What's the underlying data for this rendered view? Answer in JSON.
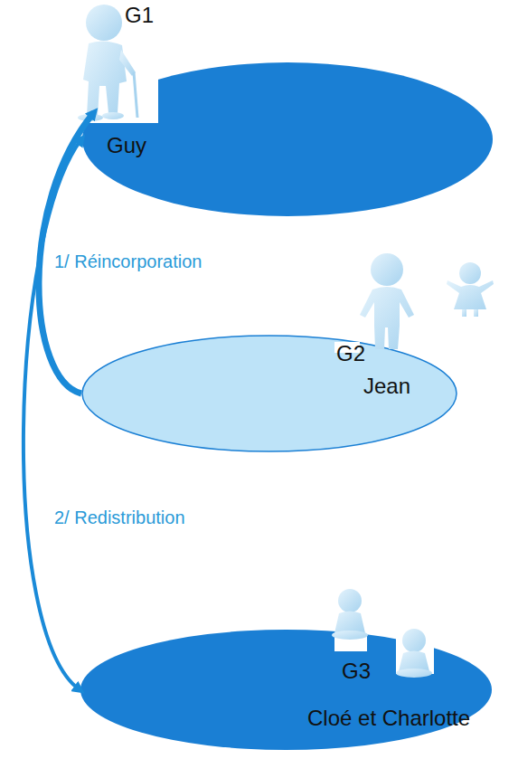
{
  "diagram": {
    "nodes": [
      {
        "text": [
          "G1",
          "Guy"
        ]
      },
      {
        "text": [
          "G2",
          "Jean"
        ]
      },
      {
        "text": [
          "G3",
          "Cloé et Charlotte"
        ]
      }
    ],
    "edges": [
      {
        "from": 1,
        "to": 0,
        "arrow": "to",
        "label": "1/ Réincorporation"
      },
      {
        "from": 0,
        "to": 2,
        "arrow": "both",
        "label": "2/ Redistribution"
      }
    ]
  }
}
